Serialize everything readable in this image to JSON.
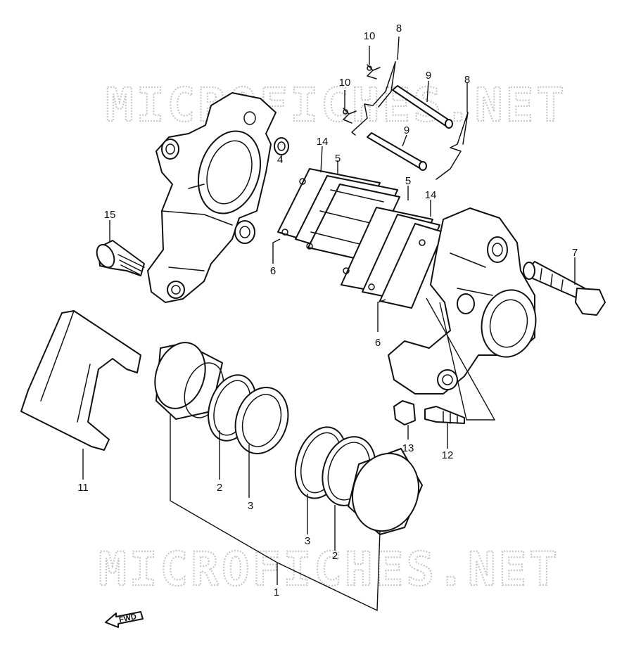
{
  "watermark": {
    "text_top": "MICROFICHES.NET",
    "text_bottom": "MICROFICHES.NET",
    "color": "#c8c8c8"
  },
  "direction_badge": {
    "label": "FWD"
  },
  "callouts": {
    "c1": "1",
    "c2a": "2",
    "c2b": "2",
    "c3a": "3",
    "c3b": "3",
    "c4": "4",
    "c5a": "5",
    "c5b": "5",
    "c6a": "6",
    "c6b": "6",
    "c7": "7",
    "c8a": "8",
    "c8b": "8",
    "c9a": "9",
    "c9b": "9",
    "c10a": "10",
    "c10b": "10",
    "c11": "11",
    "c12": "12",
    "c13": "13",
    "c14a": "14",
    "c14b": "14",
    "c15": "15"
  },
  "colors": {
    "line": "#111111",
    "background": "#ffffff"
  }
}
